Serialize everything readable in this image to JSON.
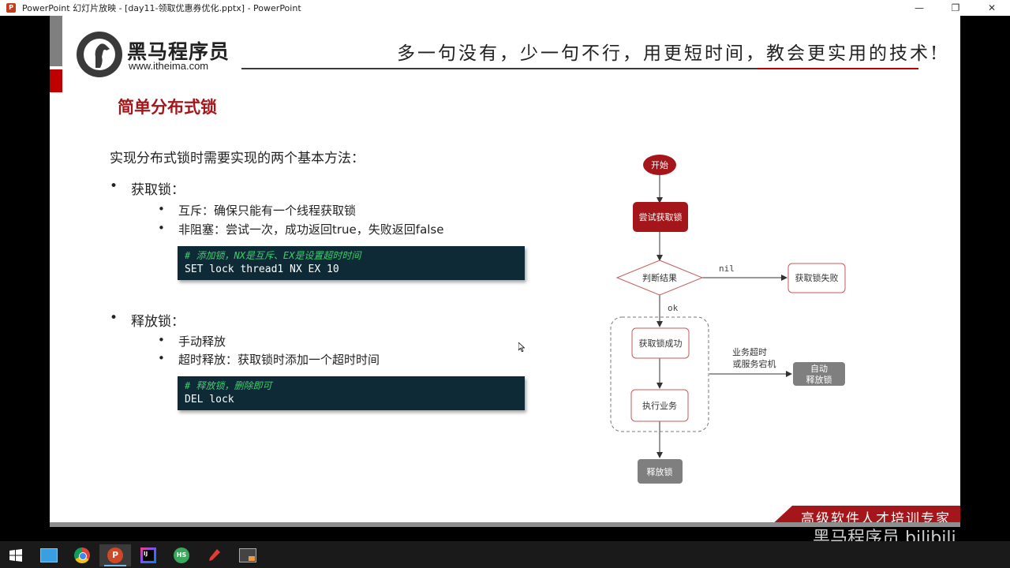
{
  "window": {
    "title": "PowerPoint 幻灯片放映 - [day11-领取优惠券优化.pptx] - PowerPoint",
    "minimize": "—",
    "restore": "❐",
    "close": "✕"
  },
  "header": {
    "brand_name": "黑马程序员",
    "brand_url": "www.itheima.com",
    "slogan": "多一句没有，少一句不行，用更短时间，教会更实用的技术!"
  },
  "slide": {
    "title": "简单分布式锁",
    "intro": "实现分布式锁时需要实现的两个基本方法：",
    "sections": [
      {
        "label": "获取锁：",
        "items": [
          "互斥：确保只能有一个线程获取锁",
          "非阻塞：尝试一次，成功返回true，失败返回false"
        ],
        "code_comment": "#  添加锁，NX是互斥、EX是设置超时时间",
        "code": "SET lock thread1 NX EX 10"
      },
      {
        "label": "释放锁：",
        "items": [
          "手动释放",
          "超时释放：获取锁时添加一个超时时间"
        ],
        "code_comment": "#  释放锁，删除即可",
        "code": "DEL lock"
      }
    ],
    "bullet": "•"
  },
  "flowchart": {
    "start": "开始",
    "try_lock": "尝试获取锁",
    "judge": "判断结果",
    "nil_label": "nil",
    "fail": "获取锁失败",
    "ok_label": "ok",
    "success": "获取锁成功",
    "execute": "执行业务",
    "timeout_label_1": "业务超时",
    "timeout_label_2": "或服务宕机",
    "auto_release_1": "自动",
    "auto_release_2": "释放锁",
    "release": "释放锁",
    "colors": {
      "red": "#a4161a",
      "gray": "#7f7f7f",
      "border": "#c85a5a"
    }
  },
  "footer": {
    "banner": "高级软件人才培训专家",
    "watermark": "黑马程序员  bilibili"
  },
  "taskbar": {
    "icons": [
      "windows-start-icon",
      "file-explorer-icon",
      "chrome-icon",
      "powerpoint-icon",
      "intellij-icon",
      "hbuilder-icon",
      "pen-icon",
      "screen-tool-icon"
    ]
  }
}
